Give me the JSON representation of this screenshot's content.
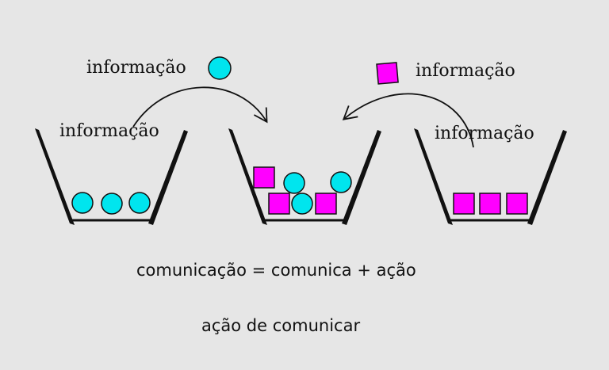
{
  "labels": {
    "top_left": "informação",
    "in_left_bin": "informação",
    "top_right": "informação",
    "in_right_bin": "informação"
  },
  "equation": "comunicação = comunica + ação",
  "definition": "ação de comunicar",
  "colors": {
    "background": "#e6e6e6",
    "circle": "#00e5ee",
    "square": "#ff00ff",
    "stroke": "#111111"
  }
}
